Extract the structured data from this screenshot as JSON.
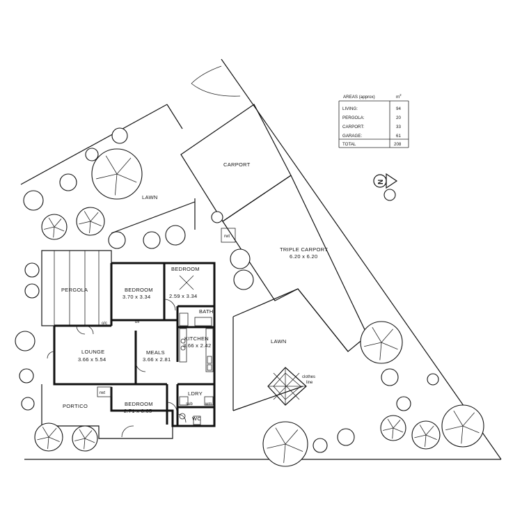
{
  "rooms": {
    "carport": "CARPORT",
    "lawn_top": "LAWN",
    "triple_carport": "TRIPLE CARPORT",
    "triple_carport_dim": "6.20 x 6.20",
    "lawn_right": "LAWN",
    "pergola": "PERGOLA",
    "bedroom1": "BEDROOM",
    "bedroom1_dim": "3.70 x 3.34",
    "bedroom2": "BEDROOM",
    "bedroom2_dim": "2.59 x 3.34",
    "bath": "BATH",
    "kitchen": "KITCHEN",
    "kitchen_dim": "3.66 x 2.42",
    "lounge": "LOUNGE",
    "lounge_dim": "3.66 x 5.54",
    "meals": "MEALS",
    "meals_dim": "3.66 x 2.81",
    "portico": "PORTICO",
    "bedroom3": "BEDROOM",
    "bedroom3_dim": "2.71 x 3.65",
    "ldry": "LDRY",
    "wc": "WC",
    "rwt1": "rwt",
    "rwt2": "rwt",
    "oc": "o/c",
    "blr": "blr",
    "clothes_line": "clothes",
    "clothes_line2": "line",
    "sub": "sub",
    "wm": "wm"
  },
  "areas": {
    "title": "AREAS (approx)",
    "unit": "m",
    "unit_sup": "2",
    "rows": [
      {
        "label": "LIVING:",
        "value": "94"
      },
      {
        "label": "PERGOLA:",
        "value": "20"
      },
      {
        "label": "CARPORT:",
        "value": "33"
      },
      {
        "label": "GARAGE:",
        "value": "61"
      },
      {
        "label": "TOTAL",
        "value": "208"
      }
    ]
  },
  "compass": {
    "letter": "N"
  }
}
